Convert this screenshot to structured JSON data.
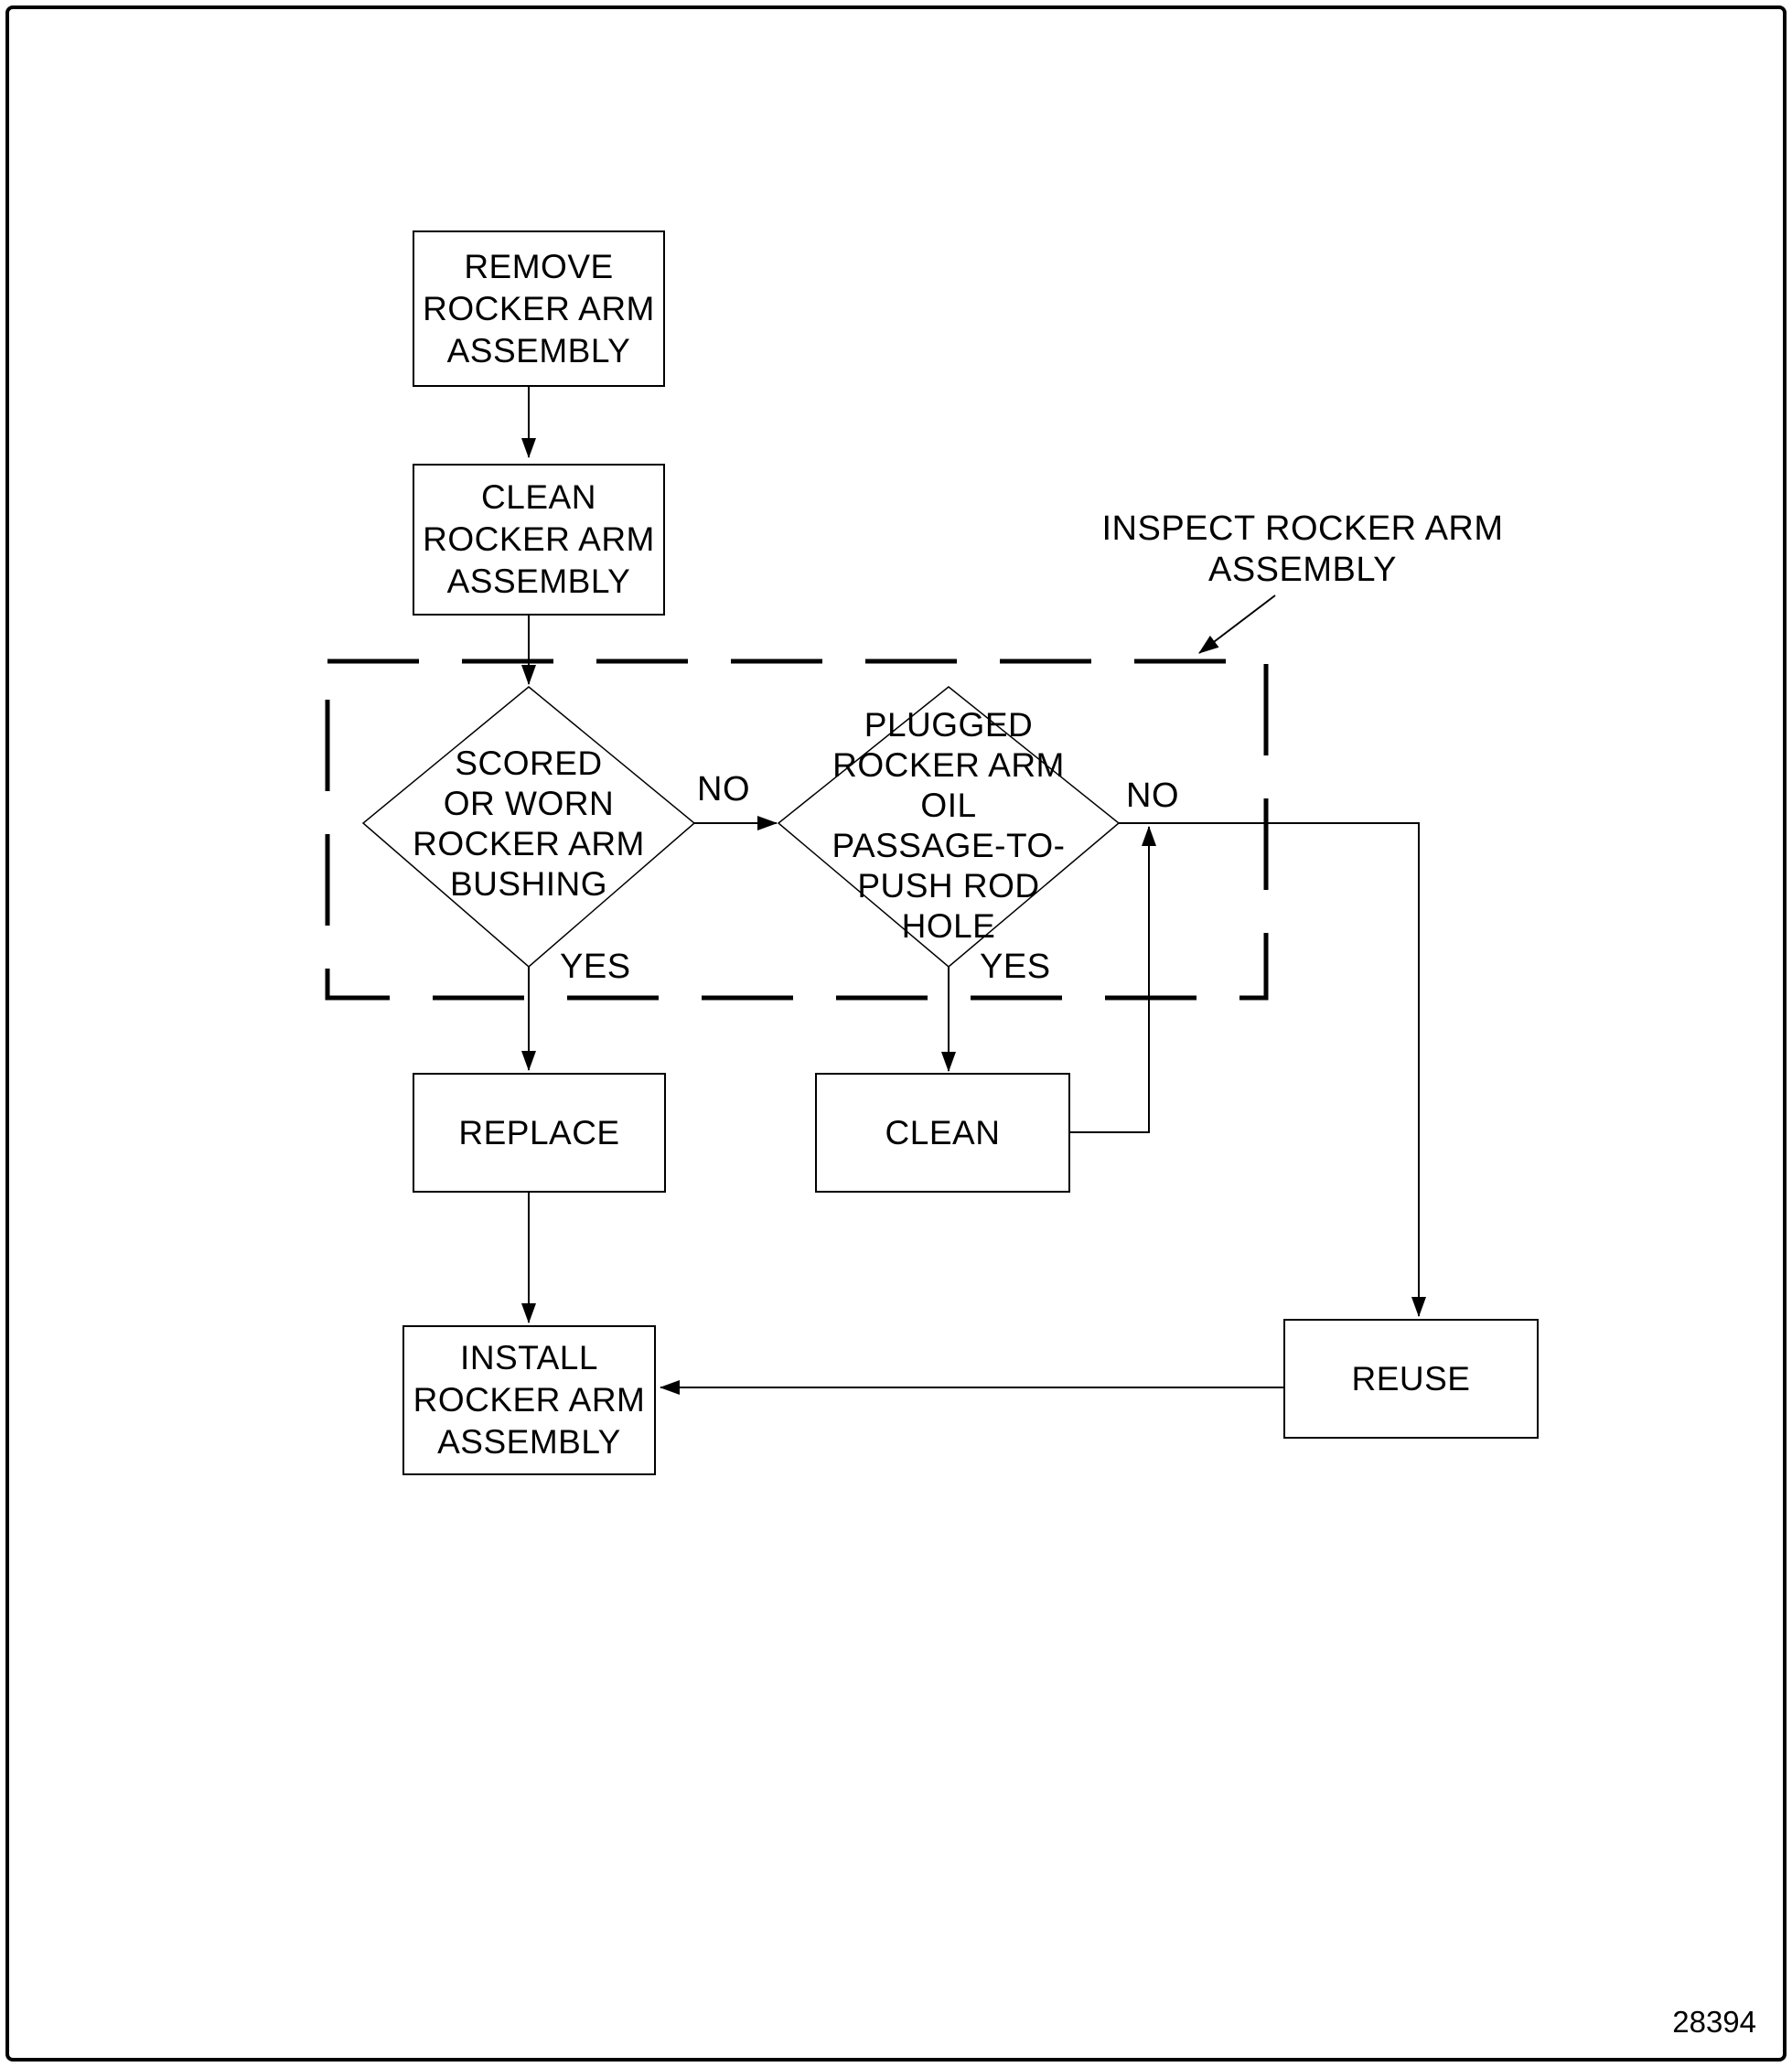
{
  "figure_number": "28394",
  "colors": {
    "line": "#000000",
    "background": "#ffffff"
  },
  "flowchart": {
    "nodes": {
      "remove": {
        "type": "process",
        "label": "REMOVE\nROCKER ARM\nASSEMBLY"
      },
      "clean_assembly": {
        "type": "process",
        "label": "CLEAN\nROCKER ARM\nASSEMBLY"
      },
      "scored_bushing": {
        "type": "decision",
        "label": "SCORED\nOR WORN\nROCKER ARM\nBUSHING"
      },
      "plugged_passage": {
        "type": "decision",
        "label": "PLUGGED\nROCKER ARM OIL\nPASSAGE-TO-\nPUSH ROD\nHOLE"
      },
      "replace": {
        "type": "process",
        "label": "REPLACE"
      },
      "clean": {
        "type": "process",
        "label": "CLEAN"
      },
      "reuse": {
        "type": "process",
        "label": "REUSE"
      },
      "install": {
        "type": "process",
        "label": "INSTALL\nROCKER ARM\nASSEMBLY"
      }
    },
    "region": {
      "label": "INSPECT ROCKER ARM\nASSEMBLY",
      "style": "dashed"
    },
    "branch_labels": {
      "scored_no": "NO",
      "scored_yes": "YES",
      "plugged_no": "NO",
      "plugged_yes": "YES"
    },
    "edges": [
      {
        "from": "remove",
        "to": "clean_assembly"
      },
      {
        "from": "clean_assembly",
        "to": "scored_bushing"
      },
      {
        "from": "scored_bushing",
        "to": "plugged_passage",
        "label": "NO"
      },
      {
        "from": "scored_bushing",
        "to": "replace",
        "label": "YES"
      },
      {
        "from": "plugged_passage",
        "to": "clean",
        "label": "YES"
      },
      {
        "from": "plugged_passage",
        "to": "reuse",
        "label": "NO"
      },
      {
        "from": "clean",
        "to": "plugged_passage_no_path"
      },
      {
        "from": "replace",
        "to": "install"
      },
      {
        "from": "reuse",
        "to": "install"
      }
    ]
  }
}
